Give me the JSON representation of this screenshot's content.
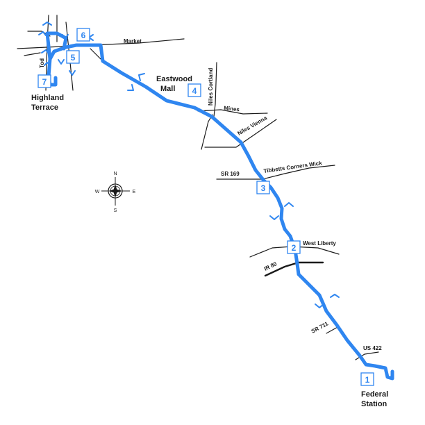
{
  "map": {
    "colors": {
      "route": "#2f86f0",
      "road": "#1a1a1a",
      "background": "#ffffff"
    },
    "stops": [
      {
        "number": "1"
      },
      {
        "number": "2"
      },
      {
        "number": "3"
      },
      {
        "number": "4"
      },
      {
        "number": "5"
      },
      {
        "number": "6"
      },
      {
        "number": "7"
      }
    ],
    "roads": {
      "market": "Market",
      "tod": "Tod",
      "niles_cortland": "Niles Cortland",
      "mines": "Mines",
      "niles_vienna": "Niles Vienna",
      "sr169": "SR 169",
      "tibbetts": "Tibbetts Corners Wick",
      "west_liberty": "West Liberty",
      "ir80": "IR 80",
      "sr711": "SR 711",
      "us422": "US 422"
    },
    "places": {
      "highland_terrace": [
        "Highland",
        "Terrace"
      ],
      "eastwood_mall": [
        "Eastwood",
        "Mall"
      ],
      "federal_station": [
        "Federal",
        "Station"
      ]
    },
    "compass": {
      "north": "N",
      "south": "S",
      "east": "E",
      "west": "W",
      "icon": "compass-rose-icon"
    }
  }
}
